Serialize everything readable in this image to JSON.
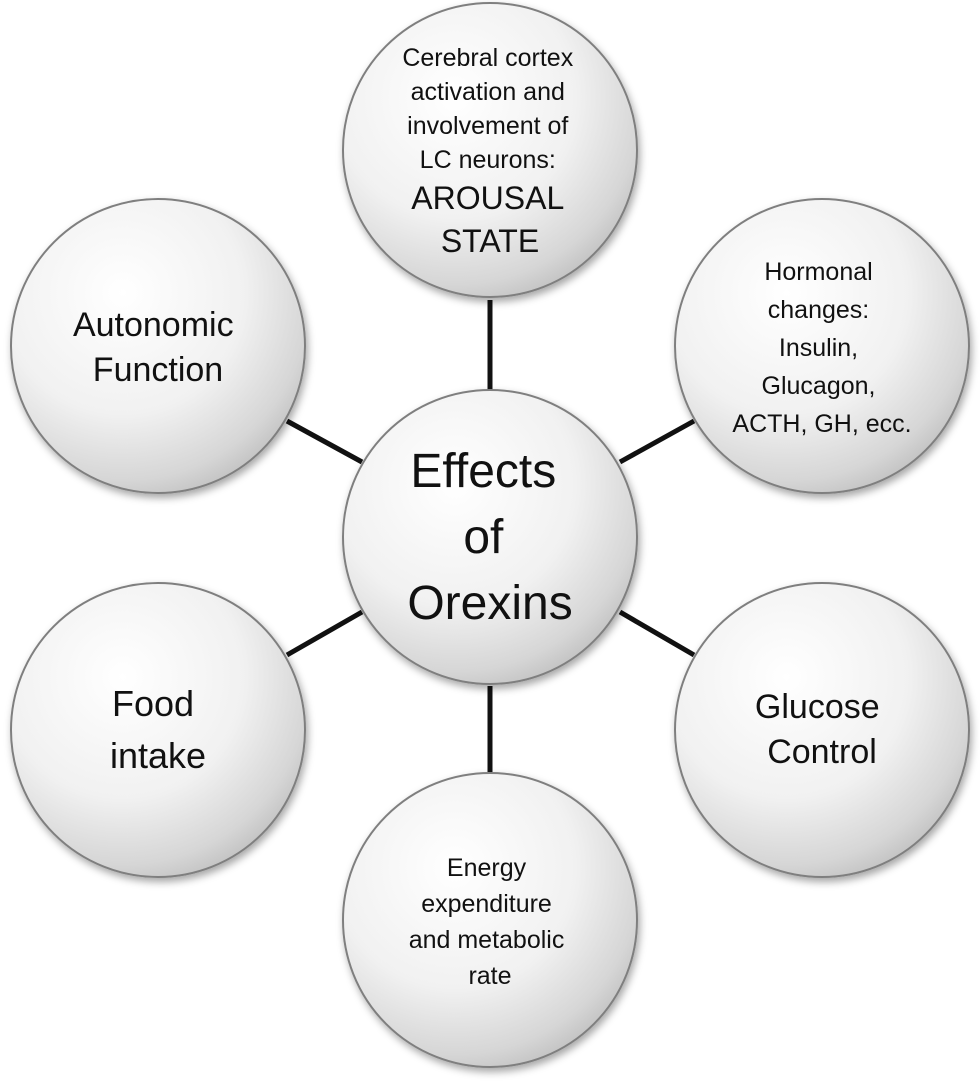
{
  "diagram": {
    "center": {
      "lines": [
        "Effects",
        "of",
        "Orexins"
      ]
    },
    "nodes": [
      {
        "id": "arousal",
        "lines": [
          "Cerebral cortex",
          "activation and",
          "involvement of",
          "LC neurons:",
          "AROUSAL",
          "STATE"
        ]
      },
      {
        "id": "hormonal",
        "lines": [
          "Hormonal",
          "changes:",
          "Insulin,",
          "Glucagon,",
          "ACTH, GH, ecc."
        ]
      },
      {
        "id": "glucose",
        "lines": [
          "Glucose",
          "Control"
        ]
      },
      {
        "id": "energy",
        "lines": [
          "Energy",
          "expenditure",
          "and metabolic",
          "rate"
        ]
      },
      {
        "id": "food",
        "lines": [
          "Food",
          "intake"
        ]
      },
      {
        "id": "autonomic",
        "lines": [
          "Autonomic",
          "Function"
        ]
      }
    ]
  }
}
